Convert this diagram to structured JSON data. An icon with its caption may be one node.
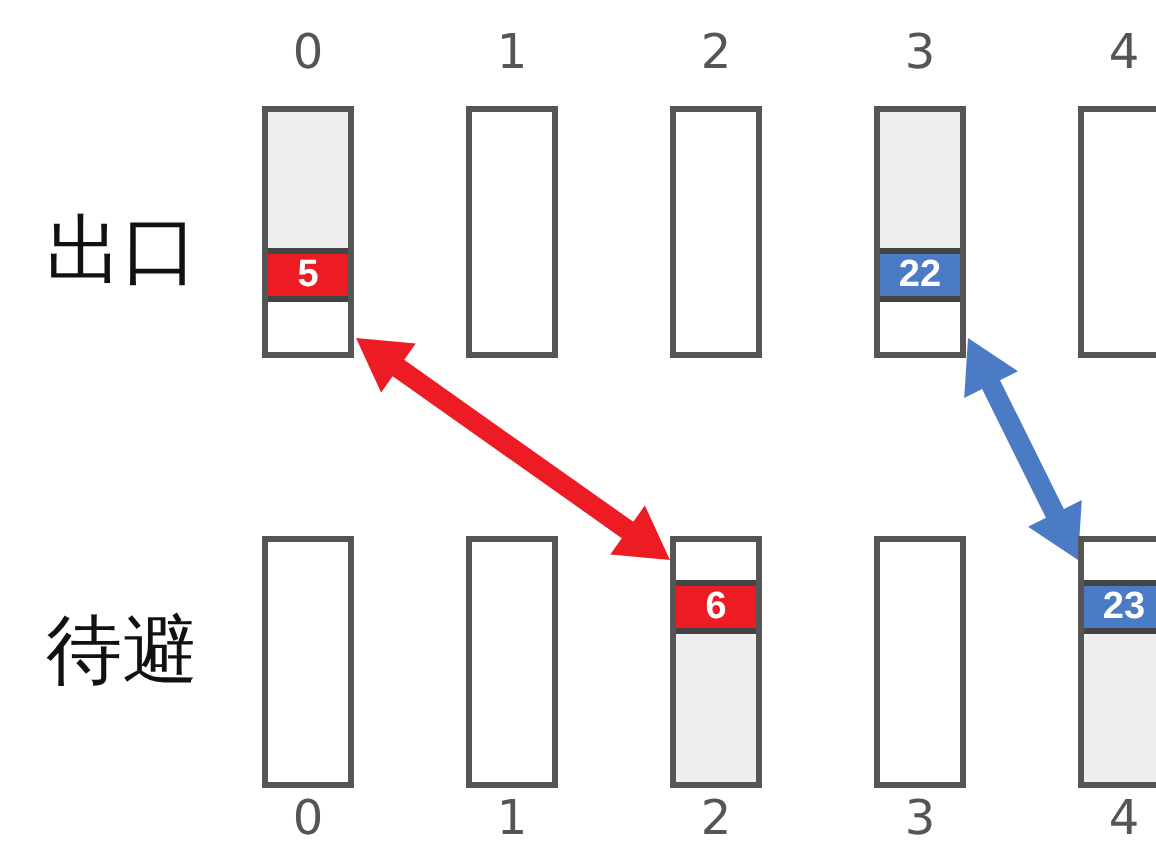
{
  "diagram": {
    "nodes": [
      {
        "text": [],
        "shape": "box"
      },
      {
        "text": [
          "5"
        ],
        "in": 0
      },
      {
        "text": [],
        "shape": "box"
      },
      {
        "text": [],
        "shape": "box"
      },
      {
        "text": [],
        "shape": "box"
      },
      {
        "text": [
          "22"
        ],
        "in": 4
      },
      {
        "text": [],
        "shape": "box"
      },
      {
        "text": [],
        "shape": "box"
      },
      {
        "text": [],
        "shape": "box"
      },
      {
        "text": [],
        "shape": "box"
      },
      {
        "text": [
          "6"
        ],
        "in": 9
      },
      {
        "text": [],
        "shape": "box"
      },
      {
        "text": [],
        "shape": "box"
      },
      {
        "text": [
          "23"
        ],
        "in": 12
      }
    ],
    "edges": [
      {
        "from": 0,
        "to": 9,
        "arrow": "both",
        "style": "thick",
        "color": "#ed1c24"
      },
      {
        "from": 4,
        "to": 12,
        "arrow": "both",
        "style": "thick",
        "color": "#4a7bc4"
      }
    ],
    "labels": [
      "0",
      "1",
      "2",
      "3",
      "4",
      "出口",
      "待避",
      "0",
      "1",
      "2",
      "3",
      "4"
    ]
  }
}
